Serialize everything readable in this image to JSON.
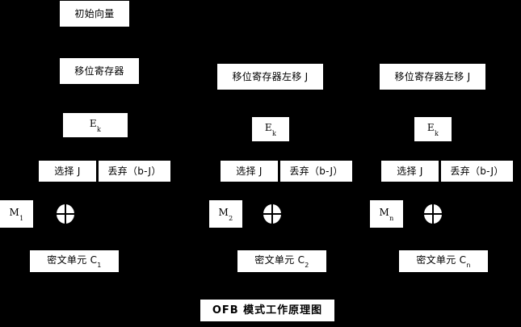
{
  "diagram": {
    "title": "OFB 模式工作原理图",
    "background_color": "#000000",
    "box_color": "#ffffff",
    "text_color": "#000000",
    "xor_symbol_name": "xor-circle",
    "columns": [
      {
        "index": 1,
        "iv_label": "初始向量",
        "shift_register_label": "移位寄存器",
        "cipher_function_label": "E",
        "cipher_function_subscript": "k",
        "select_label": "选择 J",
        "discard_label": "丢弃（b-J）",
        "message_label": "M",
        "message_subscript": "1",
        "ciphertext_label": "密文单元 C",
        "ciphertext_subscript": "1"
      },
      {
        "index": 2,
        "shift_register_label": "移位寄存器左移 J",
        "cipher_function_label": "E",
        "cipher_function_subscript": "k",
        "select_label": "选择 J",
        "discard_label": "丢弃（b-J）",
        "message_label": "M",
        "message_subscript": "2",
        "ciphertext_label": "密文单元 C",
        "ciphertext_subscript": "2"
      },
      {
        "index": 3,
        "shift_register_label": "移位寄存器左移 J",
        "cipher_function_label": "E",
        "cipher_function_subscript": "k",
        "select_label": "选择 J",
        "discard_label": "丢弃（b-J）",
        "message_label": "M",
        "message_subscript": "n",
        "ciphertext_label": "密文单元 C",
        "ciphertext_subscript": "n"
      }
    ]
  }
}
